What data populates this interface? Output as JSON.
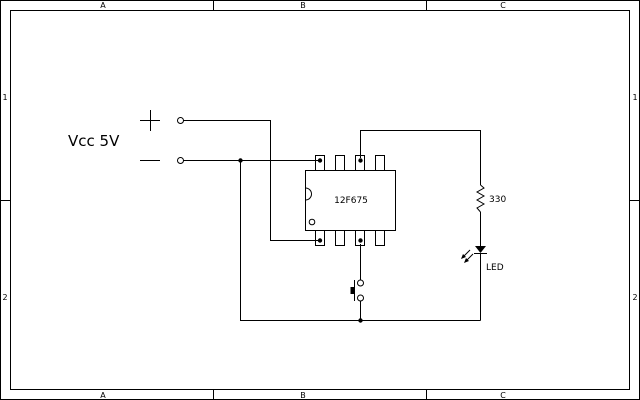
{
  "frame": {
    "columns": [
      "A",
      "B",
      "C"
    ],
    "rows": [
      "1",
      "2"
    ]
  },
  "power": {
    "label": "Vcc 5V",
    "plus_symbol": "+",
    "minus_symbol": "—"
  },
  "ic": {
    "label": "12F675"
  },
  "resistor": {
    "label": "330"
  },
  "led": {
    "label": "LED"
  }
}
